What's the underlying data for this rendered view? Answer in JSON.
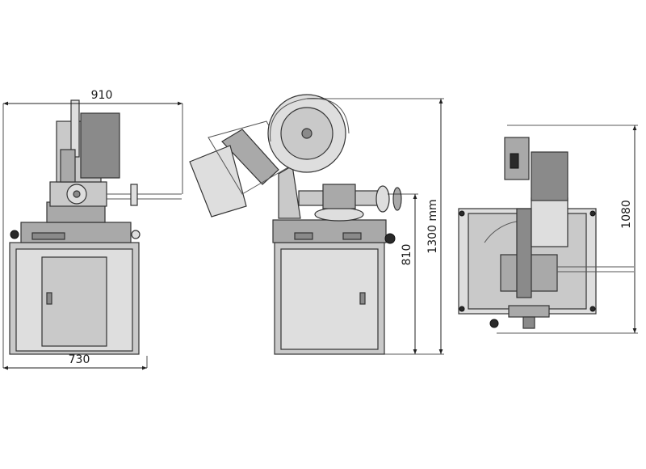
{
  "dimensions": {
    "front_width_top": "910",
    "front_width_bottom": "730",
    "side_height_total": "1300 mm",
    "side_height_table": "810",
    "top_depth": "1080"
  },
  "colors": {
    "body": "#c9c9c9",
    "dark": "#8a8a8a",
    "outline": "#333333",
    "dimension": "#222222"
  }
}
